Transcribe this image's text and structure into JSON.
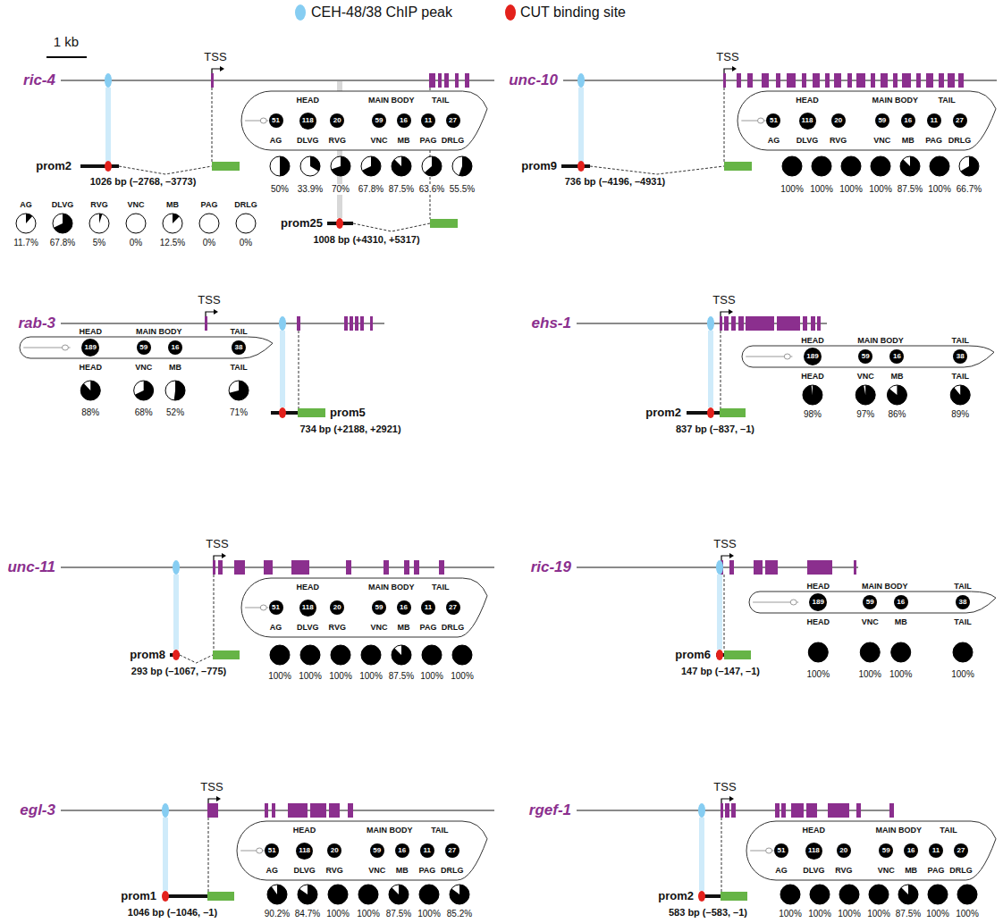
{
  "diagram": {
    "nodes": [
      {
        "text": [
          "51"
        ]
      },
      {
        "text": [
          "118"
        ]
      },
      {
        "text": [
          "20"
        ]
      },
      {
        "text": [
          "59"
        ]
      },
      {
        "text": [
          "16"
        ]
      },
      {
        "text": [
          "11"
        ]
      },
      {
        "text": [
          "27"
        ]
      },
      {
        "text": [
          "51"
        ]
      },
      {
        "text": [
          "118"
        ]
      },
      {
        "text": [
          "20"
        ]
      },
      {
        "text": [
          "59"
        ]
      },
      {
        "text": [
          "16"
        ]
      },
      {
        "text": [
          "11"
        ]
      },
      {
        "text": [
          "27"
        ]
      },
      {
        "text": [
          "189"
        ]
      },
      {
        "text": [
          "59"
        ]
      },
      {
        "text": [
          "16"
        ]
      },
      {
        "text": [
          "38"
        ]
      },
      {
        "text": [
          "189"
        ]
      },
      {
        "text": [
          "59"
        ]
      },
      {
        "text": [
          "16"
        ]
      },
      {
        "text": [
          "38"
        ]
      },
      {
        "text": [
          "51"
        ]
      },
      {
        "text": [
          "118"
        ]
      },
      {
        "text": [
          "20"
        ]
      },
      {
        "text": [
          "59"
        ]
      },
      {
        "text": [
          "16"
        ]
      },
      {
        "text": [
          "11"
        ]
      },
      {
        "text": [
          "27"
        ]
      },
      {
        "text": [
          "189"
        ]
      },
      {
        "text": [
          "59"
        ]
      },
      {
        "text": [
          "16"
        ]
      },
      {
        "text": [
          "38"
        ]
      },
      {
        "text": [
          "51"
        ]
      },
      {
        "text": [
          "118"
        ]
      },
      {
        "text": [
          "20"
        ]
      },
      {
        "text": [
          "59"
        ]
      },
      {
        "text": [
          "16"
        ]
      },
      {
        "text": [
          "11"
        ]
      },
      {
        "text": [
          "27"
        ]
      },
      {
        "text": [
          "51"
        ]
      },
      {
        "text": [
          "118"
        ]
      },
      {
        "text": [
          "20"
        ]
      },
      {
        "text": [
          "59"
        ]
      },
      {
        "text": [
          "16"
        ]
      },
      {
        "text": [
          "11"
        ]
      },
      {
        "text": [
          "27"
        ]
      }
    ],
    "labels": [
      "1 kb",
      "ric-4",
      "TSS",
      "HEAD",
      "MAIN BODY",
      "TAIL",
      "AG",
      "DLVG",
      "RVG",
      "VNC",
      "MB",
      "PAG",
      "DRLG",
      "50%",
      "33.9%",
      "70%",
      "67.8%",
      "87.5%",
      "63.6%",
      "55.5%",
      "prom2",
      "1026 bp (–2768, –3773)",
      "AG",
      "DLVG",
      "RVG",
      "VNC",
      "MB",
      "PAG",
      "DRLG",
      "11.7%",
      "67.8%",
      "5%",
      "0%",
      "12.5%",
      "0%",
      "0%",
      "prom25",
      "1008 bp (+4310, +5317)",
      "unc-10",
      "TSS",
      "HEAD",
      "MAIN BODY",
      "TAIL",
      "AG",
      "DLVG",
      "RVG",
      "VNC",
      "MB",
      "PAG",
      "DRLG",
      "100%",
      "100%",
      "100%",
      "100%",
      "87.5%",
      "100%",
      "66.7%",
      "prom9",
      "736 bp (–4196, –4931)",
      "rab-3",
      "TSS",
      "HEAD",
      "MAIN BODY",
      "TAIL",
      "HEAD",
      "VNC",
      "MB",
      "TAIL",
      "88%",
      "68%",
      "52%",
      "71%",
      "prom5",
      "734 bp (+2188, +2921)",
      "ehs-1",
      "TSS",
      "HEAD",
      "MAIN BODY",
      "TAIL",
      "HEAD",
      "VNC",
      "MB",
      "TAIL",
      "98%",
      "97%",
      "86%",
      "89%",
      "prom2",
      "837 bp (–837, –1)",
      "unc-11",
      "TSS",
      "HEAD",
      "MAIN BODY",
      "TAIL",
      "AG",
      "DLVG",
      "RVG",
      "VNC",
      "MB",
      "PAG",
      "DRLG",
      "100%",
      "100%",
      "100%",
      "100%",
      "87.5%",
      "100%",
      "100%",
      "prom8",
      "293 bp (–1067, –775)",
      "ric-19",
      "TSS",
      "HEAD",
      "MAIN BODY",
      "TAIL",
      "HEAD",
      "VNC",
      "MB",
      "TAIL",
      "100%",
      "100%",
      "100%",
      "100%",
      "prom6",
      "147 bp (–147, –1)",
      "egl-3",
      "TSS",
      "HEAD",
      "MAIN BODY",
      "TAIL",
      "AG",
      "DLVG",
      "RVG",
      "VNC",
      "MB",
      "PAG",
      "DRLG",
      "90.2%",
      "84.7%",
      "100%",
      "100%",
      "87.5%",
      "100%",
      "85.2%",
      "prom1",
      "1046 bp (–1046, –1)",
      "rgef-1",
      "TSS",
      "HEAD",
      "MAIN BODY",
      "TAIL",
      "AG",
      "DLVG",
      "RVG",
      "VNC",
      "MB",
      "PAG",
      "DRLG",
      "100%",
      "100%",
      "100%",
      "100%",
      "87.5%",
      "100%",
      "100%",
      "prom2",
      "583 bp (–583, –1)"
    ],
    "legend": [
      {
        "text": "CEH-48/38 ChIP peak",
        "color": "#86cdf2"
      },
      {
        "text": "CUT binding site",
        "color": "#e3211c"
      }
    ]
  }
}
